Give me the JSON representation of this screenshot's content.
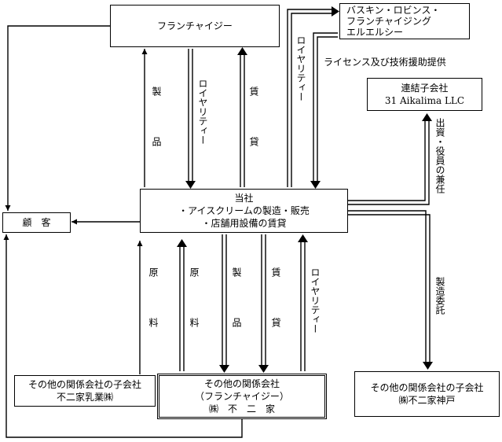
{
  "nodes": {
    "franchisee": "フランチャイジー",
    "baskin_lines": [
      "バスキン・ロビンス・",
      "フランチャイジング",
      "エルエルシー"
    ],
    "consolidated_lines": [
      "連結子会社",
      "31 Aikalima LLC"
    ],
    "company_lines": [
      "当社",
      "・アイスクリームの製造・販売",
      "・店舗用設備の賃貸"
    ],
    "customer": "顧　客",
    "fujiya_dairy_lines": [
      "その他の関係会社の子会社",
      "不二家乳業㈱"
    ],
    "fujiya_lines": [
      "その他の関係会社",
      "（フランチャイジー）",
      "㈱　不　二　家"
    ],
    "fujiya_kobe_lines": [
      "その他の関係会社の子会社",
      "㈱不二家神戸"
    ]
  },
  "edges": {
    "product_top": "製　品",
    "royalty_top": "ロイヤリティー",
    "lease_top": "賃　貸",
    "royalty_baskin": "ロイヤリティー",
    "license": "ライセンス及び技術援助提供",
    "investment": "出資・役員の兼任",
    "manufacturing": "製造委託",
    "raw_material_1": "原　料",
    "raw_material_2": "原　料",
    "product_bottom": "製　品",
    "lease_bottom": "賃　貸",
    "royalty_bottom": "ロイヤリティー"
  }
}
